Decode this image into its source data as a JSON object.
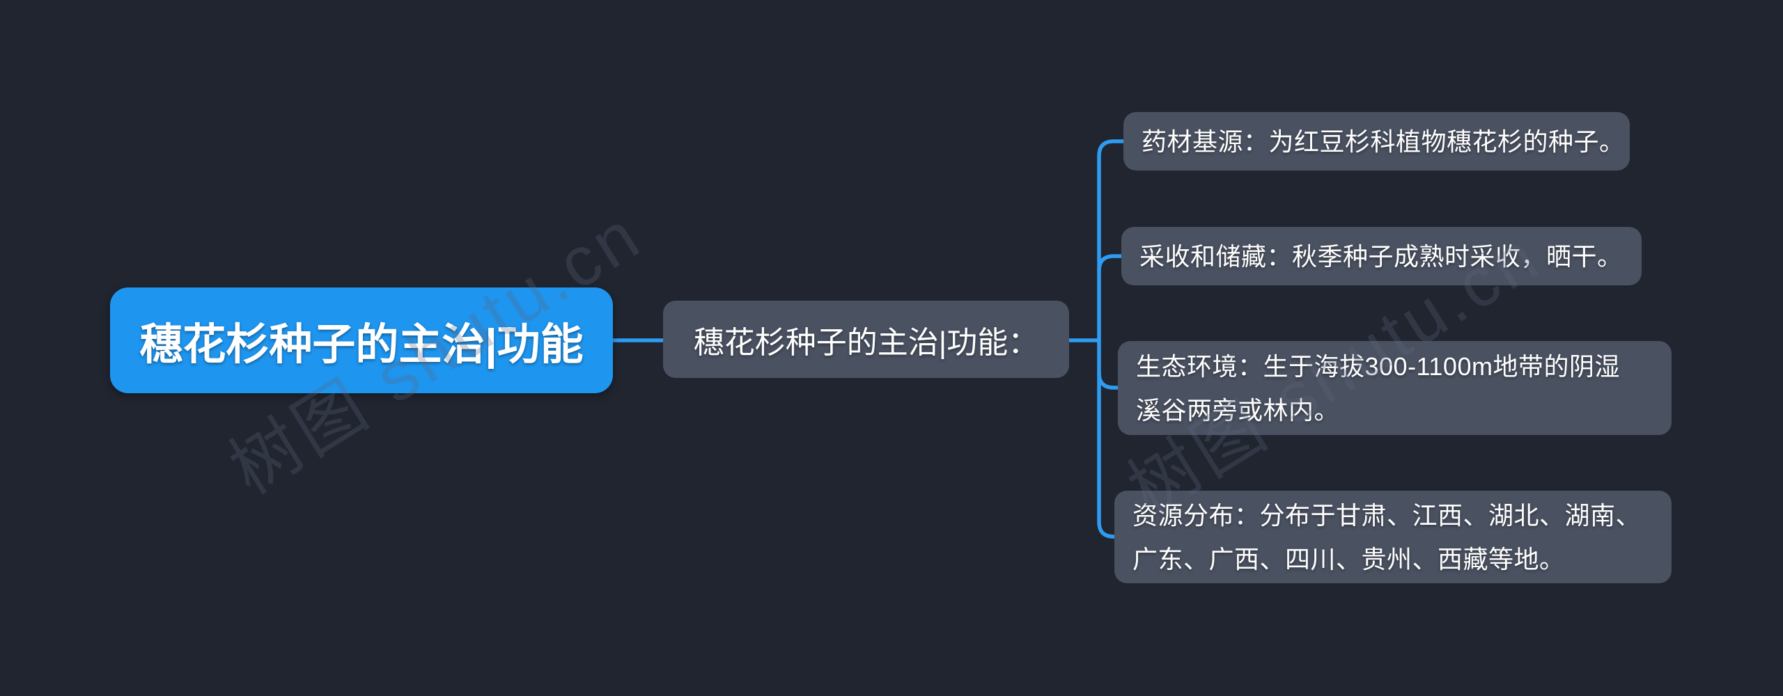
{
  "colors": {
    "background": "#212530",
    "node_blue": "#1E95EF",
    "node_gray": "#4A5161",
    "connector": "#2E9CF2",
    "text_color": "#FFFFFF"
  },
  "watermark": {
    "text": "树图 shutu.cn"
  },
  "mindmap": {
    "root": {
      "label": "穗花杉种子的主治|功能"
    },
    "topic": {
      "label": "穗花杉种子的主治|功能："
    },
    "branches": [
      {
        "lines": [
          "药材基源：为红豆杉科植物穗花杉的种子。"
        ]
      },
      {
        "lines": [
          "采收和储藏：秋季种子成熟时采收，晒干。"
        ]
      },
      {
        "lines": [
          "生态环境：生于海拔300-1100m地带的阴湿",
          "溪谷两旁或林内。"
        ]
      },
      {
        "lines": [
          "资源分布：分布于甘肃、江西、湖北、湖南、",
          "广东、广西、四川、贵州、西藏等地。"
        ]
      }
    ]
  }
}
